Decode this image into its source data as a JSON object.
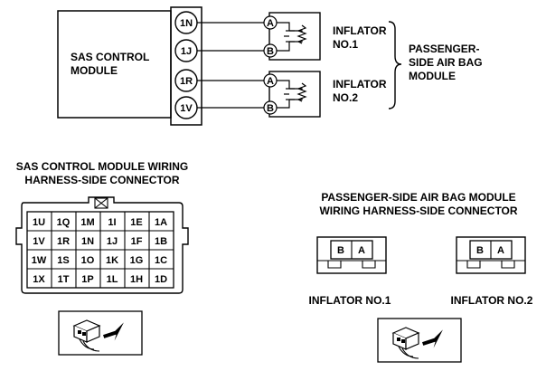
{
  "module": {
    "line1": "SAS CONTROL",
    "line2": "MODULE"
  },
  "pins": [
    "1N",
    "1J",
    "1R",
    "1V"
  ],
  "inflators": [
    {
      "terminal_a": "A",
      "terminal_b": "B",
      "line1": "INFLATOR",
      "line2": "NO.1"
    },
    {
      "terminal_a": "A",
      "terminal_b": "B",
      "line1": "INFLATOR",
      "line2": "NO.2"
    }
  ],
  "airbag_module": {
    "line1": "PASSENGER-",
    "line2": "SIDE AIR BAG",
    "line3": "MODULE"
  },
  "sas_connector": {
    "title1": "SAS CONTROL MODULE WIRING",
    "title2": "HARNESS-SIDE CONNECTOR",
    "rows": [
      [
        "1U",
        "1Q",
        "1M",
        "1I",
        "1E",
        "1A"
      ],
      [
        "1V",
        "1R",
        "1N",
        "1J",
        "1F",
        "1B"
      ],
      [
        "1W",
        "1S",
        "1O",
        "1K",
        "1G",
        "1C"
      ],
      [
        "1X",
        "1T",
        "1P",
        "1L",
        "1H",
        "1D"
      ]
    ]
  },
  "airbag_connector": {
    "title1": "PASSENGER-SIDE AIR BAG MODULE",
    "title2": "WIRING HARNESS-SIDE CONNECTOR",
    "cells": [
      "B",
      "A"
    ],
    "labels": [
      "INFLATOR NO.1",
      "INFLATOR NO.2"
    ]
  }
}
